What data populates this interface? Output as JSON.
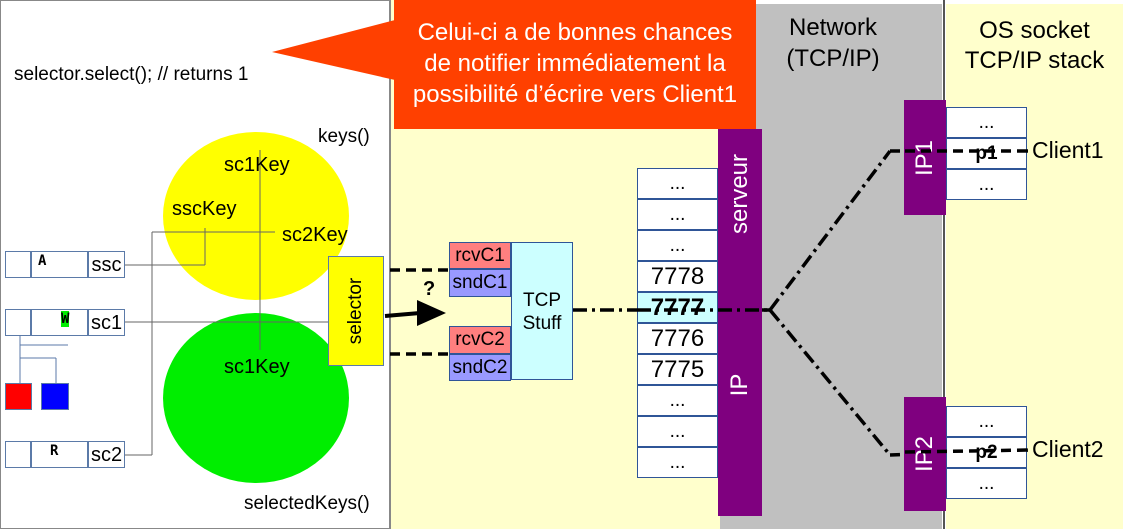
{
  "code_line": "selector.select(); // returns 1",
  "callout_text": [
    "Celui-ci a de bonnes chances",
    "de notifier immédiatement la",
    "possibilité d’écrire vers Client1"
  ],
  "keys_label": "keys()",
  "selected_keys_label": "selectedKeys()",
  "keys_set": [
    "sc1Key",
    "sscKey",
    "sc2Key"
  ],
  "selected_set": [
    "sc1Key"
  ],
  "channels": [
    {
      "letter": "A",
      "name": "ssc"
    },
    {
      "letter": "W",
      "name": "sc1"
    },
    {
      "letter": "R",
      "name": "sc2"
    }
  ],
  "selector_label": "selector",
  "question_mark": "?",
  "buffers": [
    "rcvC1",
    "sndC1",
    "rcvC2",
    "sndC2"
  ],
  "tcp_stuff": [
    "TCP",
    "Stuff"
  ],
  "ports": [
    "...",
    "...",
    "...",
    "7778",
    "7777",
    "7776",
    "7775",
    "...",
    "...",
    "..."
  ],
  "serveur_label": "serveur",
  "ip_label": "IP",
  "network_title": [
    "Network",
    "(TCP/IP)"
  ],
  "os_title": [
    "OS socket",
    "TCP/IP stack"
  ],
  "ip1_label": "IP1",
  "ip2_label": "IP2",
  "client1_cells": [
    "...",
    "p1",
    "..."
  ],
  "client2_cells": [
    "...",
    "p2",
    "..."
  ],
  "client1_label": "Client1",
  "client2_label": "Client2",
  "colors": {
    "yellow_panel": "#ffffcc",
    "network_gray": "#c0c0c0",
    "callout": "#ff4000",
    "purple": "#7f007f",
    "keys_circle": "#ffff00",
    "selected_circle": "#00ee00",
    "rcv": "#ff7f7f",
    "snd": "#9999ff",
    "tcp": "#ccffff",
    "red_square": "#ff0000",
    "blue_square": "#0000ff"
  }
}
